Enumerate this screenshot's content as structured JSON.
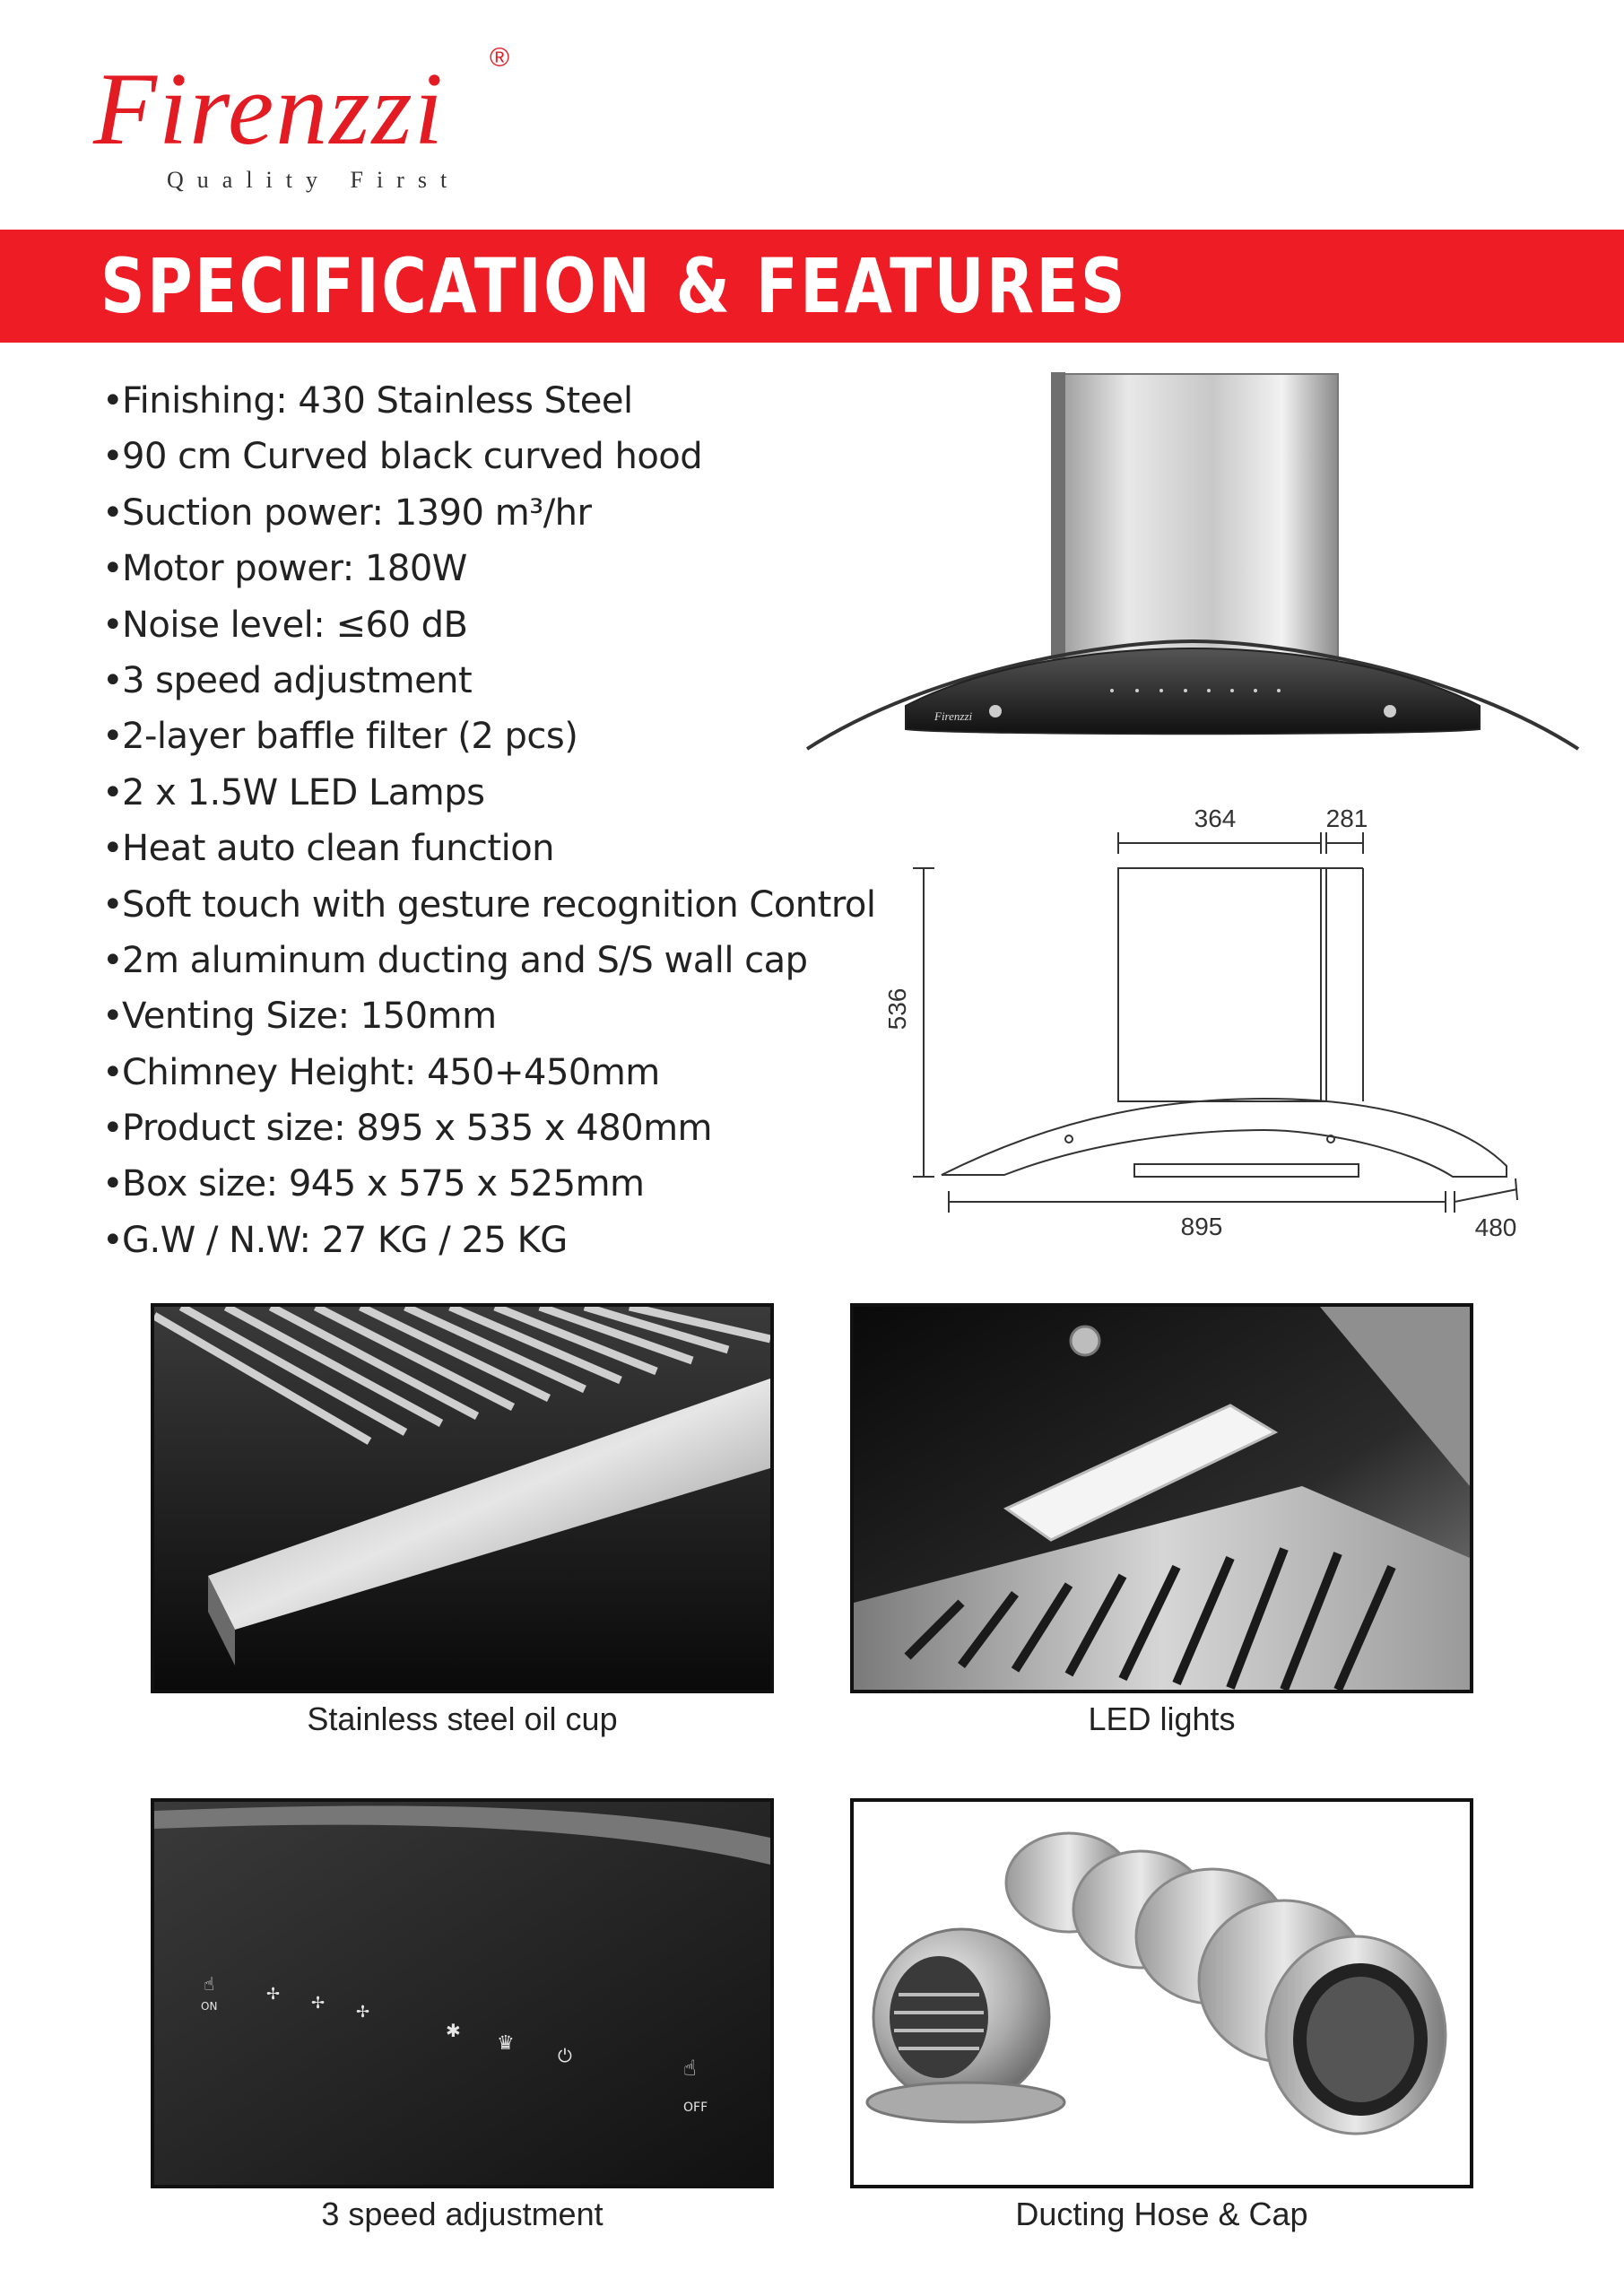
{
  "brand": {
    "name": "Firenzzi",
    "registered": "®",
    "tagline": "Quality First",
    "color": "#e31b23"
  },
  "banner": {
    "title": "SPECIFICATION & FEATURES",
    "color": "#ee1c25"
  },
  "specs": [
    "Finishing: 430 Stainless Steel",
    "90 cm Curved black curved hood",
    "Suction power: 1390 m³/hr",
    "Motor power: 180W",
    "Noise level: ≤60 dB",
    "3 speed adjustment",
    "2-layer baffle filter (2 pcs)",
    "2 x 1.5W LED Lamps",
    "Heat auto clean function",
    "Soft touch with gesture recognition Control",
    "2m aluminum ducting and S/S wall cap",
    "Venting Size: 150mm",
    "Chimney Height: 450+450mm",
    "Product size: 895 x 535 x 480mm",
    "Box size: 945 x 575 x 525mm",
    "G.W / N.W: 27 KG / 25 KG"
  ],
  "product_photo": {
    "logo_text": "Firenzzi"
  },
  "dimensions": {
    "top_width": "364",
    "top_depth": "281",
    "height": "536",
    "width": "895",
    "depth": "480"
  },
  "panel_labels": {
    "on": "ON",
    "off": "OFF"
  },
  "photos": [
    {
      "caption": "Stainless steel oil cup"
    },
    {
      "caption": "LED lights"
    },
    {
      "caption": "3 speed adjustment"
    },
    {
      "caption": "Ducting Hose & Cap"
    }
  ]
}
